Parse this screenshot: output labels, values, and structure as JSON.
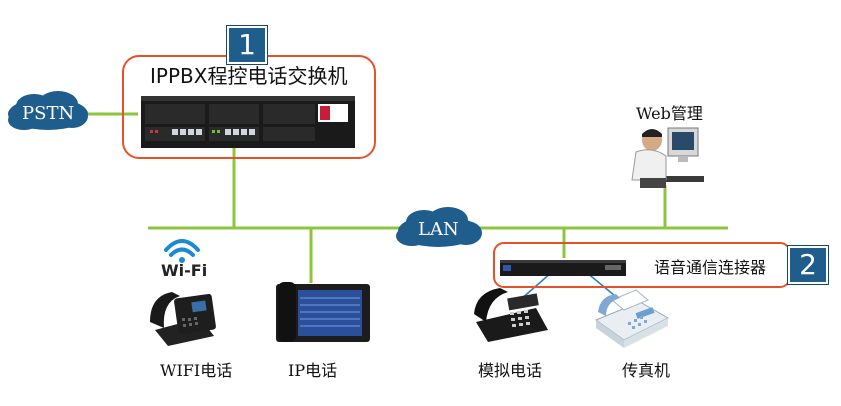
{
  "badges": {
    "one": "1",
    "two": "2"
  },
  "pbx": {
    "title": "IPPBX程控电话交换机"
  },
  "clouds": {
    "pstn": "PSTN",
    "lan": "LAN"
  },
  "web": {
    "label": "Web管理"
  },
  "connector": {
    "label": "语音通信连接器"
  },
  "wifi": {
    "text": "Wi-Fi"
  },
  "devices": {
    "wifi_phone": "WIFI电话",
    "ip_phone": "IP电话",
    "analog_phone": "模拟电话",
    "fax": "传真机"
  },
  "colors": {
    "line": "#8cc63f",
    "highlight_border": "#e8502a",
    "badge": "#1f5e8c",
    "cloud": "#1f5e8c",
    "wifi_blue": "#1a8ad4"
  }
}
